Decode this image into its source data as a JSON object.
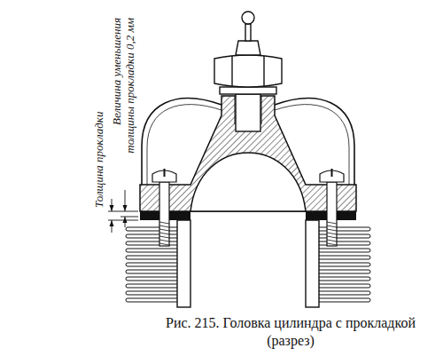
{
  "diagram": {
    "caption": "Рис. 215. Головка цилиндра с прокладкой (разрез)",
    "labels": [
      "Толщина прокладки",
      "Величина уменьшения толщины прокладки 0,2 мм"
    ]
  }
}
